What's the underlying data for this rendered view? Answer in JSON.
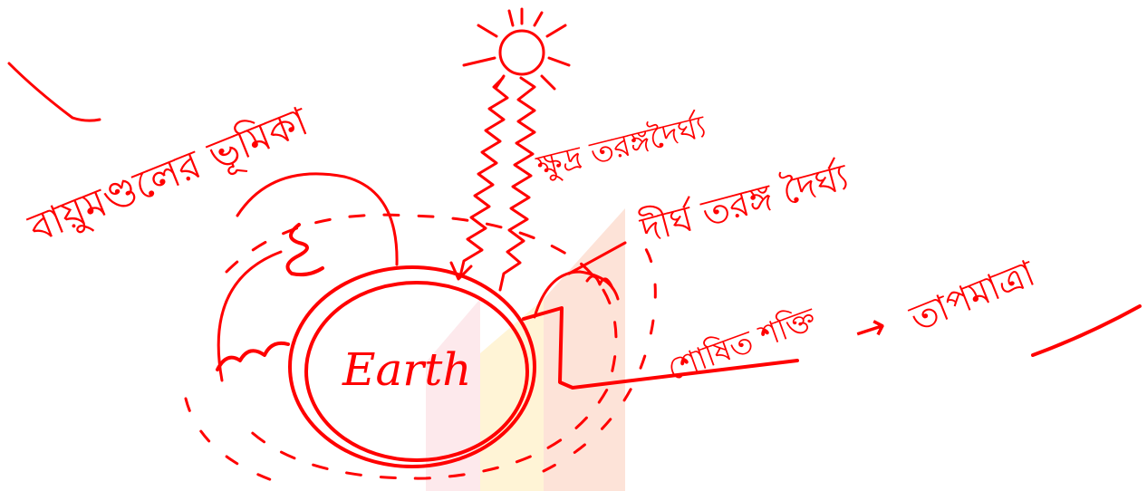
{
  "ink_color": "#ff0000",
  "watermark_colors": [
    "#fff6d9",
    "#fde3d8",
    "#fbeef0"
  ],
  "labels": {
    "earth": "Earth",
    "heading": "বায়ুমণ্ডলের ভূমিকা",
    "incoming_radiation": "ক্ষুদ্র তরঙ্গদৈর্ঘ্য",
    "outgoing_radiation": "দীর্ঘ তরঙ্গ দৈর্ঘ্য",
    "absorbed_energy": "শোষিত শক্তি",
    "arrow_symbol": "→",
    "result": "তাপমাত্রা"
  },
  "icons": {
    "sun": "sun-icon",
    "earth": "earth-icon",
    "arrow": "arrow-right-icon"
  }
}
